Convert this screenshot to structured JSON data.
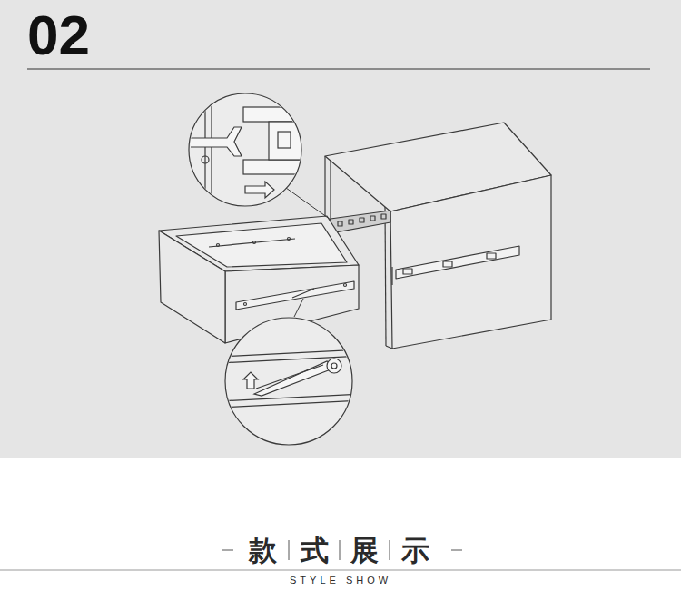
{
  "diagram": {
    "title": "02",
    "labels": [
      "款",
      "式",
      "展",
      "示",
      "STYLE SHOW"
    ]
  }
}
